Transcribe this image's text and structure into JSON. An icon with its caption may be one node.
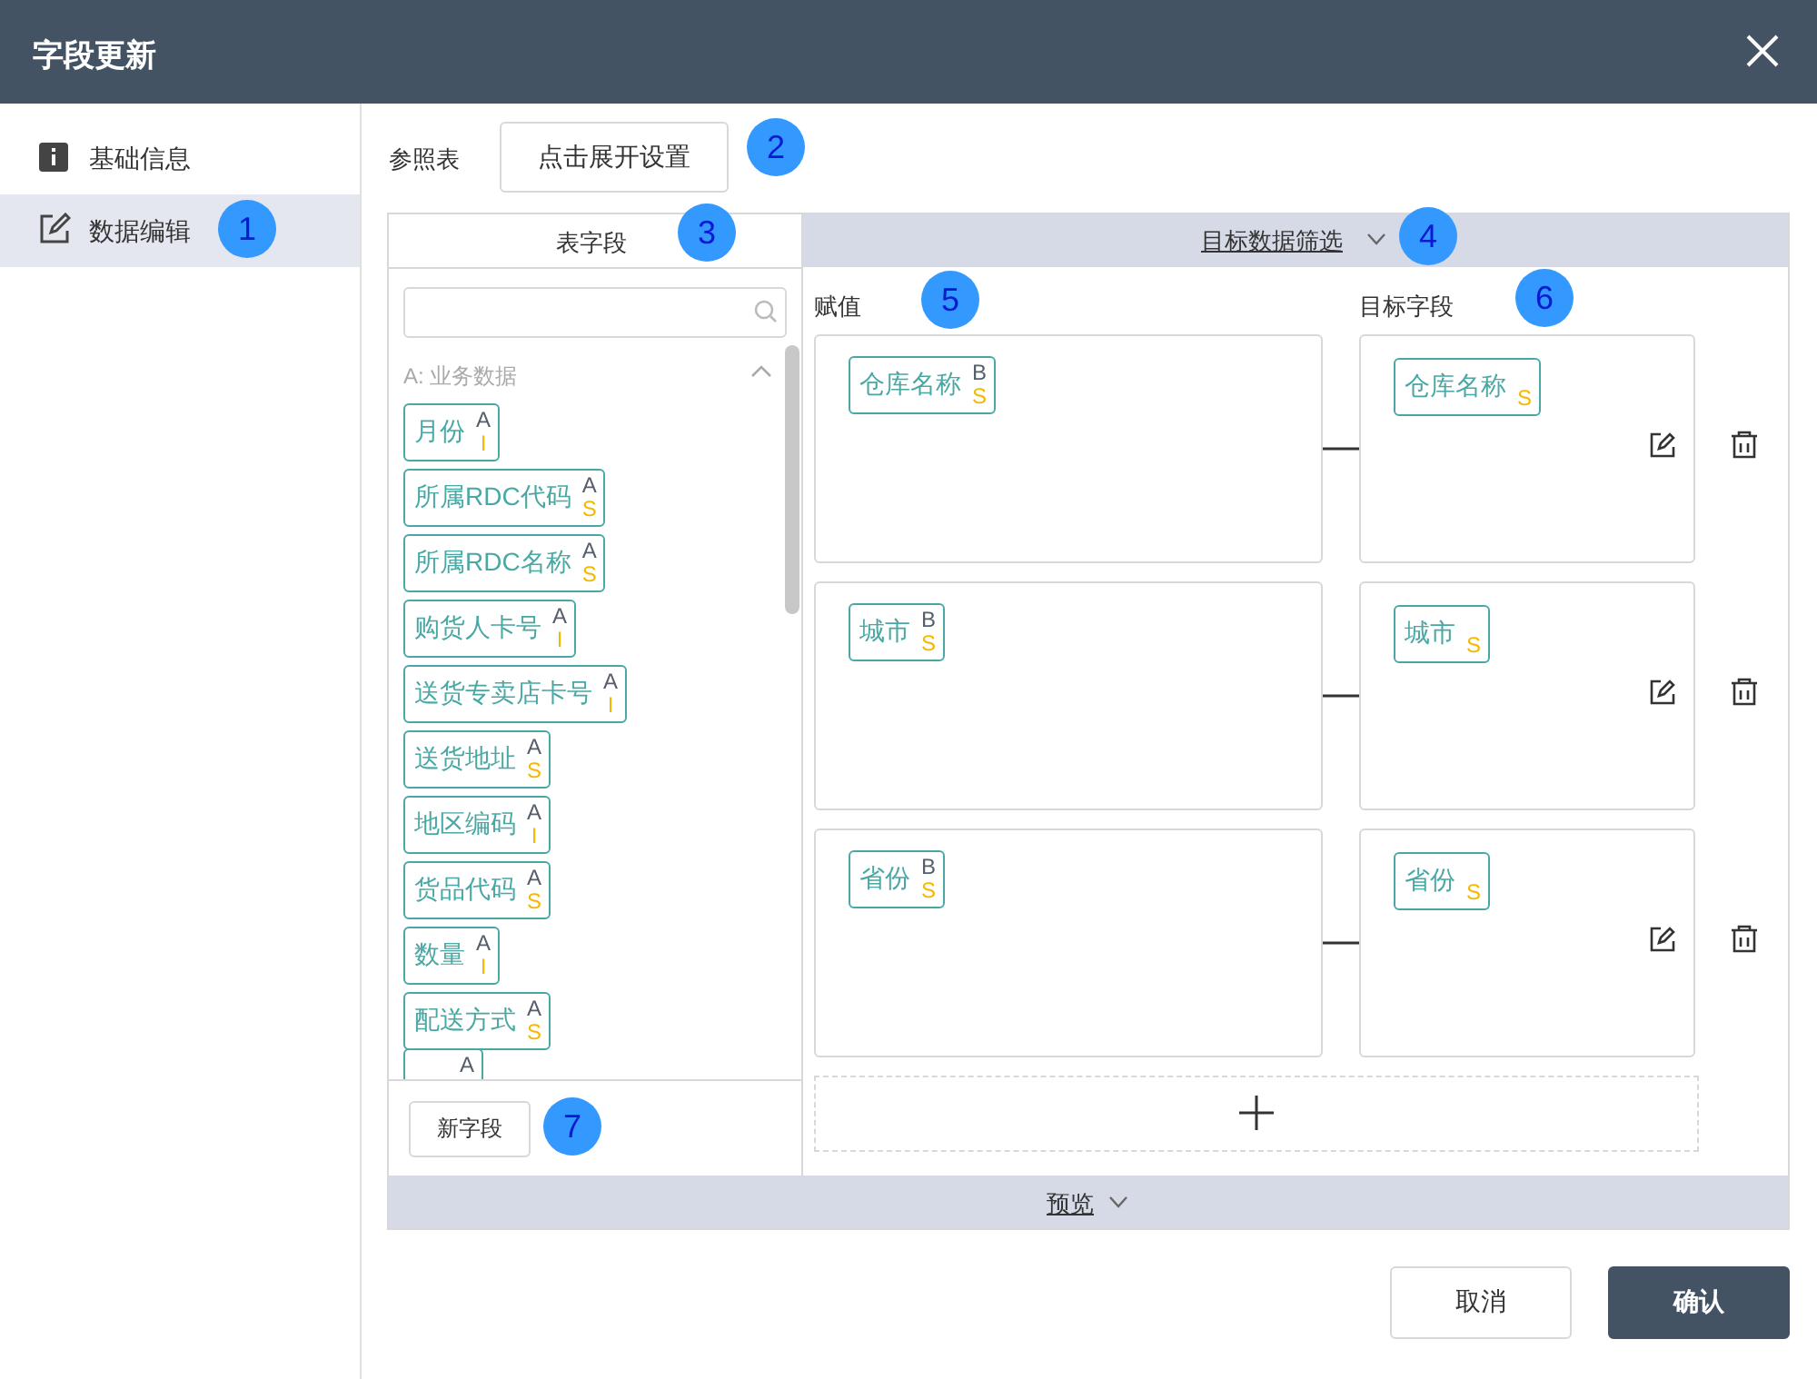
{
  "diagram": {
    "nodes": [
      {
        "text": [
          "月份",
          "A",
          "I"
        ]
      },
      {
        "text": [
          "所属RDC代码",
          "A",
          "S"
        ]
      },
      {
        "text": [
          "所属RDC名称",
          "A",
          "S"
        ]
      },
      {
        "text": [
          "购货人卡号",
          "A",
          "I"
        ]
      },
      {
        "text": [
          "送货专卖店卡号",
          "A",
          "I"
        ]
      },
      {
        "text": [
          "送货地址",
          "A",
          "S"
        ]
      },
      {
        "text": [
          "地区编码",
          "A",
          "I"
        ]
      },
      {
        "text": [
          "货品代码",
          "A",
          "S"
        ]
      },
      {
        "text": [
          "数量",
          "A",
          "I"
        ]
      },
      {
        "text": [
          "配送方式",
          "A",
          "S"
        ]
      },
      {
        "text": [
          "A"
        ]
      },
      {
        "text": [],
        "shape": "box"
      },
      {
        "text": [
          "仓库名称",
          "B",
          "S"
        ],
        "in": 11
      },
      {
        "text": [],
        "shape": "box"
      },
      {
        "text": [
          "仓库名称",
          "S"
        ],
        "in": 13
      },
      {
        "text": [],
        "shape": "box"
      },
      {
        "text": [
          "城市",
          "B",
          "S"
        ],
        "in": 15
      },
      {
        "text": [],
        "shape": "box"
      },
      {
        "text": [
          "城市",
          "S"
        ],
        "in": 17
      },
      {
        "text": [],
        "shape": "box"
      },
      {
        "text": [
          "省份",
          "B",
          "S"
        ],
        "in": 19
      },
      {
        "text": [],
        "shape": "box"
      },
      {
        "text": [
          "省份",
          "S"
        ],
        "in": 21
      }
    ],
    "edges": [
      {
        "from": 11,
        "to": 13,
        "arrow": "none"
      },
      {
        "from": 15,
        "to": 17,
        "arrow": "none"
      },
      {
        "from": 19,
        "to": 21,
        "arrow": "none"
      }
    ],
    "labels": [
      "字段更新",
      "基础信息",
      "数据编辑",
      "1",
      "参照表",
      "点击展开设置",
      "2",
      "表字段",
      "3",
      "目标数据筛选",
      "4",
      "A: 业务数据",
      "赋值",
      "5",
      "目标字段",
      "6",
      "新字段",
      "7",
      "预览",
      "取消",
      "确认"
    ]
  }
}
